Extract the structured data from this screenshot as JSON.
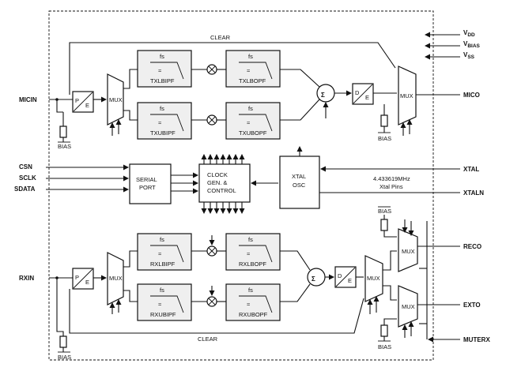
{
  "labels": {
    "clear_top": "CLEAR",
    "clear_bottom": "CLEAR",
    "vdd": "V",
    "vdd_sub": "DD",
    "vbias": "V",
    "vbias_sub": "BIAS",
    "vss": "V",
    "vss_sub": "SS",
    "micin": "MICIN",
    "mico": "MICO",
    "csn": "CSN",
    "sclk": "SCLK",
    "sdata": "SDATA",
    "xtal": "XTAL",
    "xtaln": "XTALN",
    "xtal_freq": "4.433619MHz",
    "xtal_pins": "Xtal Pins",
    "rxin": "RXIN",
    "reco": "RECO",
    "exto": "EXTO",
    "muterx": "MUTERX",
    "pe": [
      "P",
      "E"
    ],
    "de": [
      "D",
      "E"
    ],
    "mux": "MUX",
    "bias": "BIAS",
    "fs": "fs",
    "txlbipf": "TXLBIPF",
    "txlbopf": "TXLBOPF",
    "txubipf": "TXUBIPF",
    "txubopf": "TXUBOPF",
    "rxlbipf": "RXLBIPF",
    "rxlbopf": "RXLBOPF",
    "rxubipf": "RXUBIPF",
    "rxubopf": "RXUBOPF",
    "serial_port": [
      "SERIAL",
      "PORT"
    ],
    "clock_gen": [
      "CLOCK",
      "GEN. &",
      "CONTROL"
    ],
    "xtal_osc": [
      "XTAL",
      "OSC"
    ],
    "sum_symbol": "Σ",
    "tilde": "≈"
  }
}
